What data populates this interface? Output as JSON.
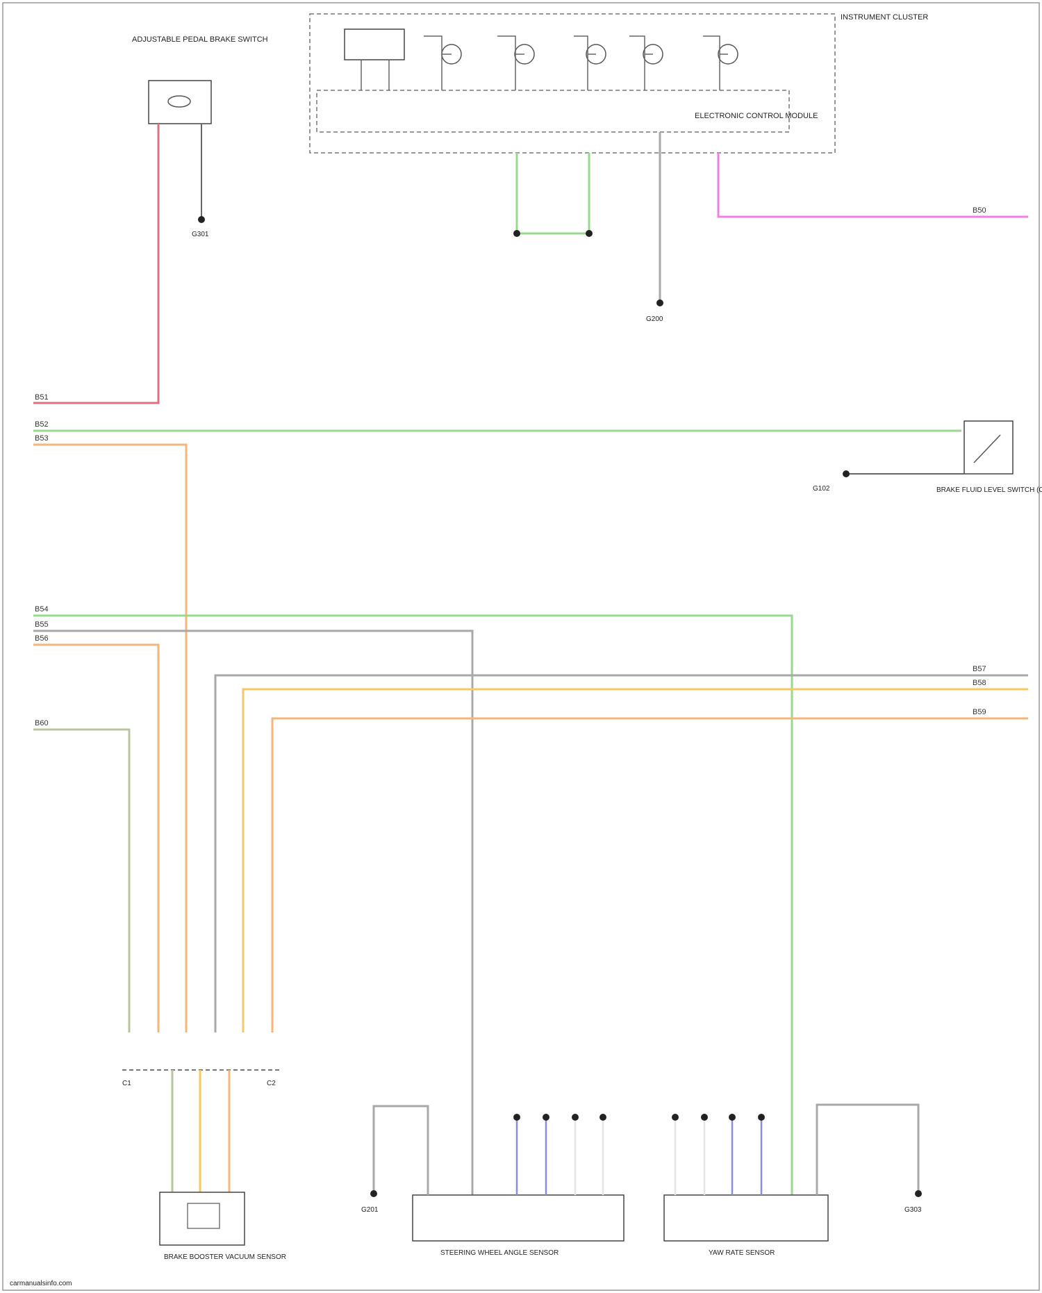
{
  "colors": {
    "red": "#e07080",
    "green": "#9ad890",
    "orange": "#f5b678",
    "yellow": "#f7c862",
    "gray": "#a8a8a8",
    "pink": "#f080e0",
    "olive": "#b8c4a0",
    "blue": "#8c8ce0",
    "dark": "#444444"
  },
  "watermark": "carmanualsinfo.com",
  "components": {
    "cluster_label": "INSTRUMENT CLUSTER",
    "cluster_module": "ELECTRONIC CONTROL MODULE",
    "brake_switch": "ADJUSTABLE PEDAL BRAKE SWITCH",
    "brake_fluid_switch": "BRAKE FLUID LEVEL SWITCH (COMBINATION IN RESERVOIR)",
    "brake_booster_sensor": "BRAKE BOOSTER VACUUM SENSOR",
    "steering_sensor": "STEERING WHEEL ANGLE SENSOR",
    "yaw_sensor": "YAW RATE SENSOR",
    "connector_left": "C1",
    "connector_right": "C2"
  },
  "grounds": [
    {
      "label": "G200"
    },
    {
      "label": "G301"
    },
    {
      "label": "G102"
    },
    {
      "label": "G201"
    },
    {
      "label": "G303"
    }
  ],
  "buses": [
    {
      "label": "B50"
    },
    {
      "label": "B51"
    },
    {
      "label": "B52"
    },
    {
      "label": "B53"
    },
    {
      "label": "B54"
    },
    {
      "label": "B55"
    },
    {
      "label": "B56"
    },
    {
      "label": "B57"
    },
    {
      "label": "B58"
    },
    {
      "label": "B59"
    },
    {
      "label": "B60"
    }
  ]
}
